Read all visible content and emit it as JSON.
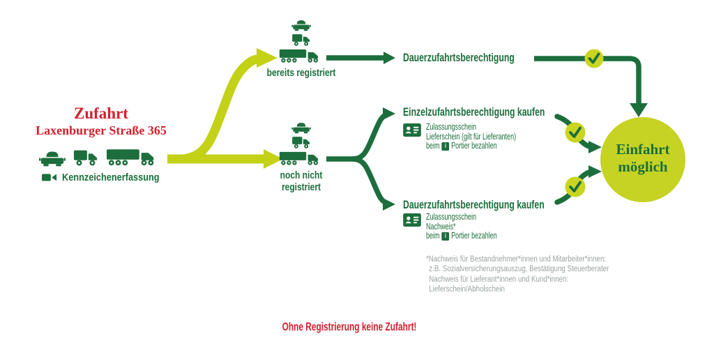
{
  "colors": {
    "dark_green": "#1c6e3c",
    "lime": "#c3d117",
    "lime_circle": "#c6d323",
    "red": "#d3202f",
    "gray": "#9aa39d"
  },
  "entry": {
    "title": "Zufahrt",
    "subtitle": "Laxenburger Straße 365",
    "capture_label": "Kennzeichenerfassung",
    "icons": [
      "car-icon",
      "delivery-van-icon",
      "semi-truck-icon",
      "video-camera-icon"
    ]
  },
  "branches": {
    "registered": {
      "label": "bereits registriert",
      "icons": [
        "car-icon",
        "delivery-van-icon",
        "semi-truck-icon"
      ]
    },
    "unregistered": {
      "label": "noch nicht registriert",
      "icons": [
        "car-icon",
        "delivery-van-icon",
        "semi-truck-icon"
      ]
    }
  },
  "registered_path": {
    "label": "Dauerzufahrtsberechtigung"
  },
  "options": {
    "single": {
      "title": "Einzelzufahrtsberechtigung kaufen",
      "doc_icon": "id-card-icon",
      "details": [
        "Zulassungsschein",
        "Lieferschein (gilt für Lieferanten)"
      ],
      "pay_before": "beim",
      "pay_info_label": "i",
      "pay_after": "Portier bezahlen"
    },
    "permanent": {
      "title": "Dauerzufahrtsberechtigung kaufen",
      "doc_icon": "id-card-icon",
      "details": [
        "Zulassungsschein",
        "Nachweis*"
      ],
      "pay_before": "beim",
      "pay_info_label": "i",
      "pay_after": "Portier bezahlen"
    }
  },
  "result": {
    "line1": "Einfahrt",
    "line2": "möglich",
    "icon": "checkmark-icon"
  },
  "footnote": [
    "*Nachweis für Bestandnehmer*innen und Mitarbeiter*innen:",
    "z.B. Sozialversicherungsauszug, Bestätigung Steuerberater",
    "Nachweis für Lieferant*innen und Kund*innen:",
    "Lieferschein/Abholschein"
  ],
  "warning": "Ohne Registrierung keine Zufahrt!"
}
